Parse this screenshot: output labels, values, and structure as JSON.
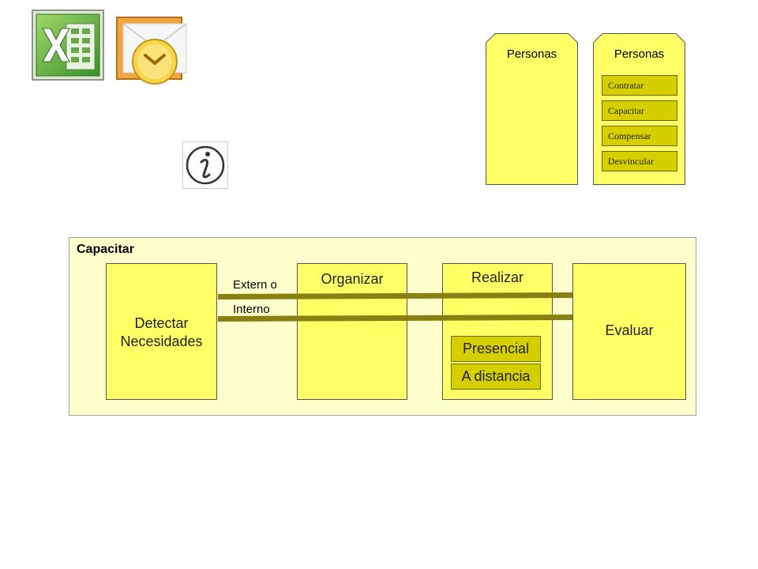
{
  "icons": [
    "excel-icon",
    "outlook-icon",
    "info-icon"
  ],
  "personas_cards": [
    {
      "title": "Personas",
      "items": []
    },
    {
      "title": "Personas",
      "items": [
        "Contratar",
        "Capacitar",
        "Compensar",
        "Desvincular"
      ]
    }
  ],
  "process": {
    "title": "Capacitar",
    "stages": [
      "Detectar Necesidades",
      "Organizar",
      "Realizar",
      "Evaluar"
    ],
    "flows": [
      "Extern o",
      "Interno"
    ],
    "realizar_modes": [
      "Presencial",
      "A distancia"
    ]
  },
  "colors": {
    "card_fill": "#ffff66",
    "item_fill": "#d6cf00",
    "container_fill": "#ffffcc",
    "bar": "#8a7f12"
  }
}
